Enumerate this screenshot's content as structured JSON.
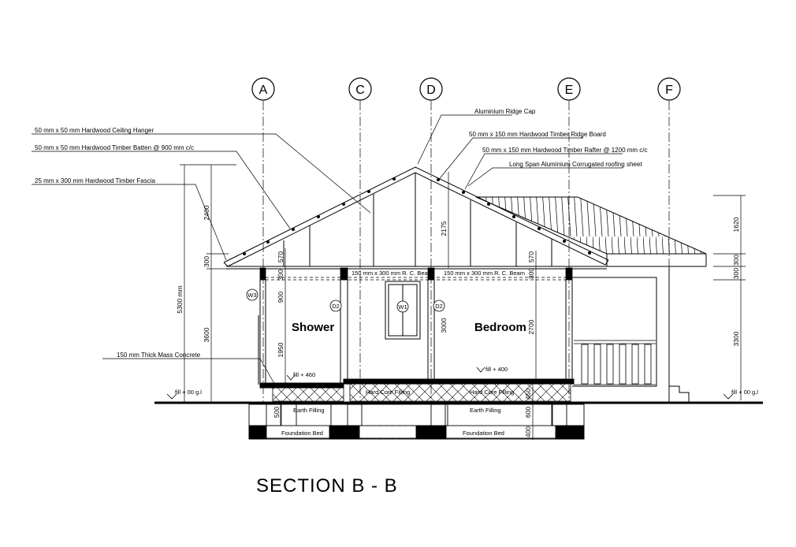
{
  "title": "SECTION  B - B",
  "grid_labels": [
    "A",
    "C",
    "D",
    "E",
    "F"
  ],
  "notes": {
    "ceiling_hanger": "50 mm x 50 mm Hardwood Ceiling Hanger",
    "timber_batten": "50 mm x 50 mm Hardwood Timber Batten @ 900 mm c/c",
    "timber_fascia": "25 mm x 300 mm Hardwood Timber Fascia",
    "ridge_cap": "Aluminium Ridge Cap",
    "ridge_board": "50 mm x 150 mm Hardwood Timber Ridge Board",
    "timber_rafter": "50 mm x 150 mm Hardwood Timber Rafter @ 1200 mm c/c",
    "roofing_sheet": "Long Span Aluminium Corrugated roofing sheet",
    "mass_concrete": "150 mm Thick Mass Concrete"
  },
  "rooms": {
    "shower": "Shower",
    "bedroom": "Bedroom"
  },
  "beams": {
    "beam_left": "150 mm x 300 mm  R. C. Beam",
    "beam_right": "150 mm x 300 mm  R. C. Beam"
  },
  "tags": {
    "w3": "W3",
    "w1": "W1",
    "d2_left": "D2",
    "d2_right": "D2"
  },
  "fill_labels": {
    "hardcore_1": "Hard Core Filling",
    "hardcore_2": "Hard Core Filling",
    "earth_1": "Earth Filling",
    "earth_2": "Earth Filling",
    "foundation_1": "Foundation Bed",
    "foundation_2": "Foundation Bed"
  },
  "levels": {
    "floor_left": "fill + 460",
    "floor_mid": "fill + 400",
    "ground_left": "fill + 00 g.l",
    "ground_right": "fill + 00 g.l"
  },
  "dimensions": {
    "overall": "5300 mm",
    "d_2400": "2400",
    "d_300_left": "300",
    "d_3600": "3600",
    "d_570_a": "570",
    "d_300_a": "300",
    "d_900": "900",
    "d_1950": "1950",
    "d_2175": "2175",
    "d_3000": "3000",
    "d_570_e": "570",
    "d_300_e": "300",
    "d_2700": "2700",
    "d_1620": "1620",
    "d_300_r1": "300",
    "d_300_r2": "300",
    "d_3300": "3300",
    "d_500": "500",
    "d_450": "450",
    "d_600": "600",
    "d_400": "400"
  }
}
